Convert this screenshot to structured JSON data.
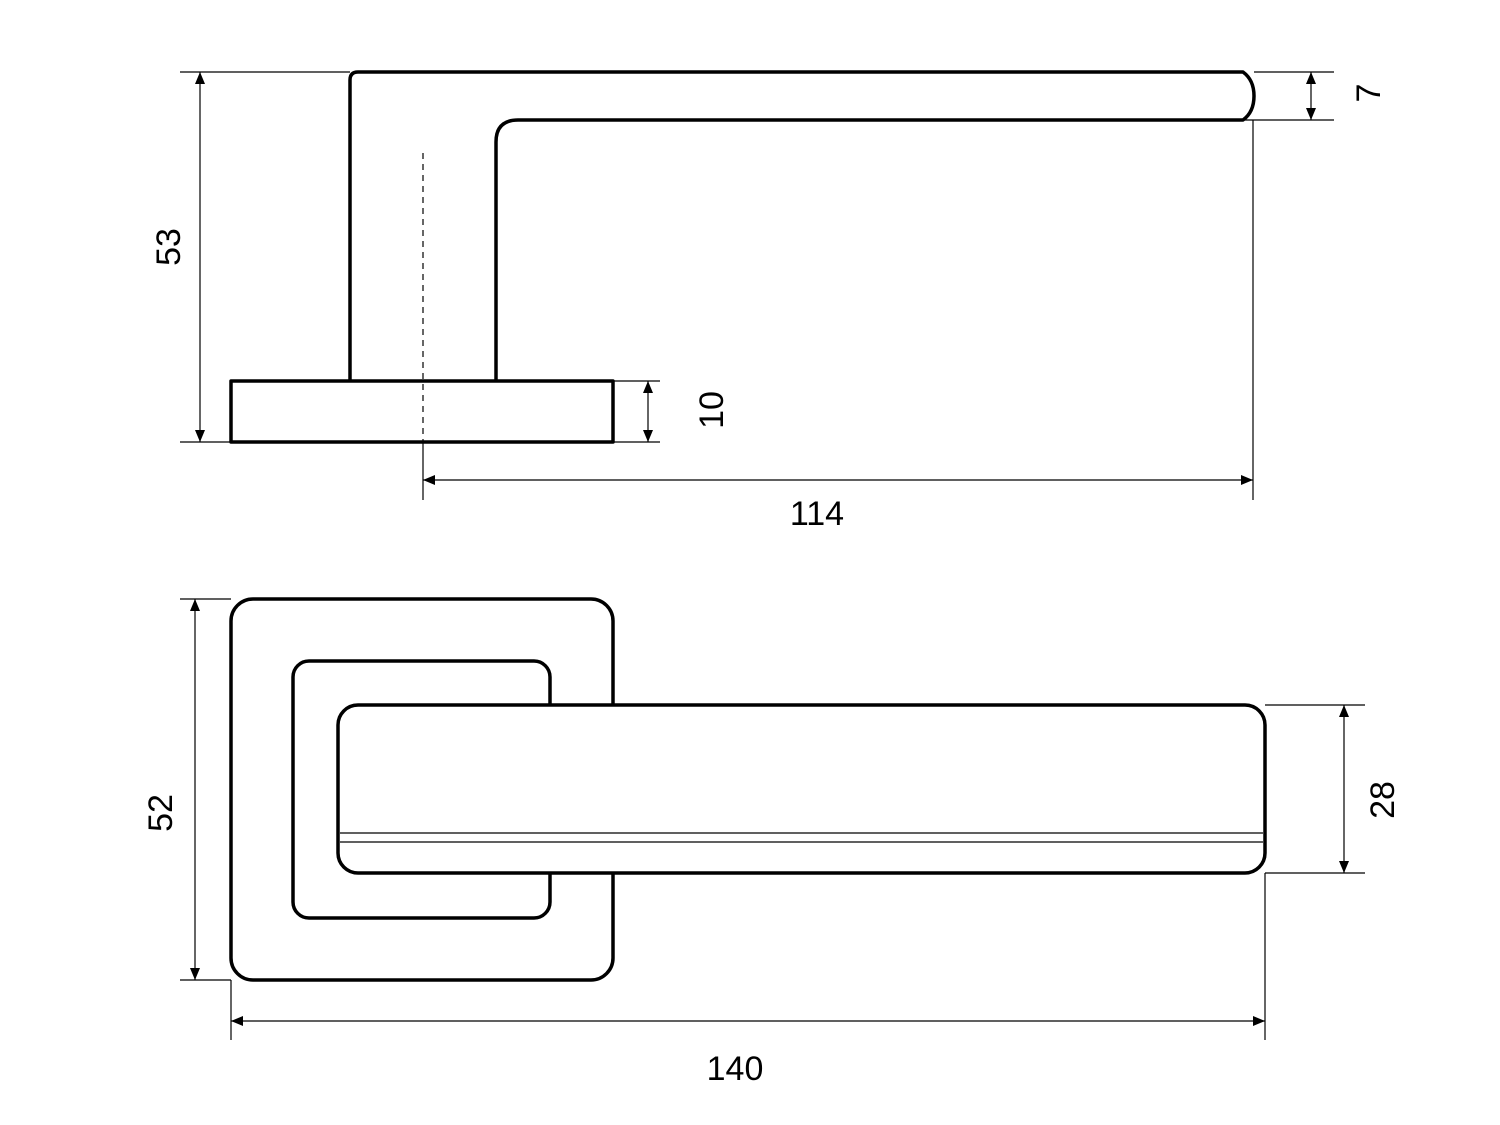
{
  "side_view": {
    "overall_height": "53",
    "lever_thickness": "7",
    "rose_thickness": "10",
    "lever_reach": "114"
  },
  "top_view": {
    "rose_width": "52",
    "lever_width": "28",
    "overall_length": "140"
  }
}
